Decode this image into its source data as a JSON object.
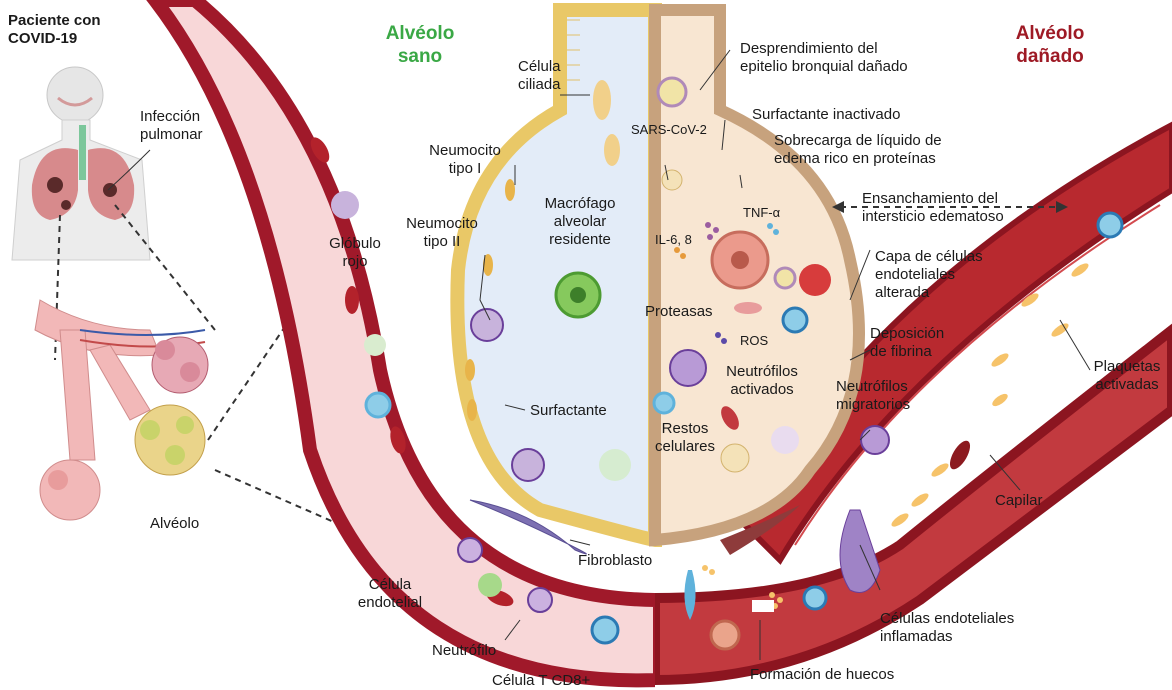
{
  "colors": {
    "healthy_title": "#3aa845",
    "damaged_title": "#9e1a25",
    "vessel_wall": "#a0192a",
    "vessel_lumen_healthy": "#f8d7d8",
    "vessel_lumen_damaged": "#c23a3f",
    "alveolus_space_healthy": "#e3ecf8",
    "alveolus_space_damaged": "#f8e6d2",
    "epithelium": "#f3d98c"
  },
  "labels": {
    "patient": "Paciente con\nCOVID-19",
    "infection": "Infección\npulmonar",
    "alveolus": "Alvéolo",
    "healthy_title": "Alvéolo\nsano",
    "damaged_title": "Alvéolo\ndañado",
    "ciliated_cell": "Célula\nciliada",
    "pneumocyte_1": "Neumocito\ntipo I",
    "pneumocyte_2": "Neumocito\ntipo II",
    "red_blood_cell": "Glóbulo\nrojo",
    "macrophage": "Macrófago\nalveolar\nresidente",
    "surfactant": "Surfactante",
    "fibroblast": "Fibroblasto",
    "endothelial_cell": "Célula\nendotelial",
    "neutrophil": "Neutrófilo",
    "cd8": "Célula T CD8+",
    "epithelium_shedding": "Desprendimiento del\nepitelio bronquial dañado",
    "surfactant_inactivated": "Surfactante inactivado",
    "sars": "SARS-CoV-2",
    "edema": "Sobrecarga de líquido de\nedema rico en proteínas",
    "tnf": "TNF-α",
    "il": "IL-6, 8",
    "interstitium": "Ensanchamiento del\nintersticio edematoso",
    "endothelial_layer": "Capa de células\nendoteliales\nalterada",
    "proteases": "Proteasas",
    "ros": "ROS",
    "activated_neutrophils": "Neutrófilos\nactivados",
    "fibrin": "Deposición\nde fibrina",
    "migratory_neutrophils": "Neutrófilos\nmigratorios",
    "platelets": "Plaquetas\nactivadas",
    "debris": "Restos\ncelulares",
    "capillary": "Capilar",
    "inflamed_endothelial": "Células endoteliales\ninflamadas",
    "gaps": "Formación de huecos"
  }
}
